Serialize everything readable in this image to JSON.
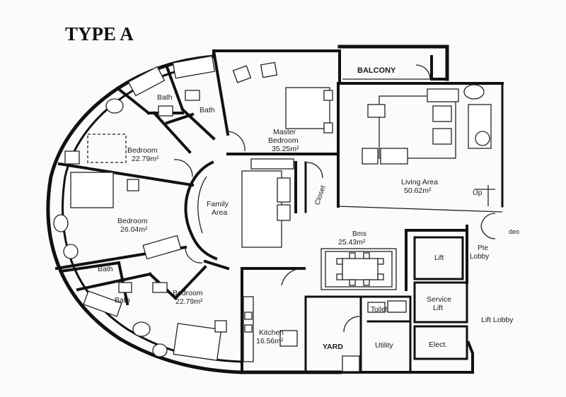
{
  "title": "TYPE A",
  "rooms": {
    "balcony": "BALCONY",
    "bath_top_left": "Bath",
    "bath_top_right": "Bath",
    "master_bedroom_name": "Master",
    "master_bedroom_name2": "Bedroom",
    "master_bedroom_area": "35.25m²",
    "bedroom_upper_name": "Bedroom",
    "bedroom_upper_area": "22.79m²",
    "living_name": "Living Area",
    "living_area": "50.62m²",
    "up_label": "Up",
    "closet": "Closet",
    "family_name": "Family",
    "family_name2": "Area",
    "bedroom_mid_name": "Bedroom",
    "bedroom_mid_area": "26.04m²",
    "dining_name": "Bms",
    "dining_area": "25.43m²",
    "lift": "Lift",
    "pte_lobby": "Pte",
    "pte_lobby2": "Lobby",
    "deo": "deo",
    "bath_lower_left": "Bath",
    "bath_lower_right": "Bath",
    "bedroom_lower_name": "Bedroom",
    "bedroom_lower_area": "22.79m²",
    "service_lift": "Service",
    "service_lift2": "Lift",
    "toilet": "Toilet",
    "lift_lobby": "Lift Lobby",
    "kitchen_name": "Kitchen",
    "kitchen_area": "16.56m²",
    "yard": "YARD",
    "utility": "Utility",
    "elect": "Elect."
  }
}
